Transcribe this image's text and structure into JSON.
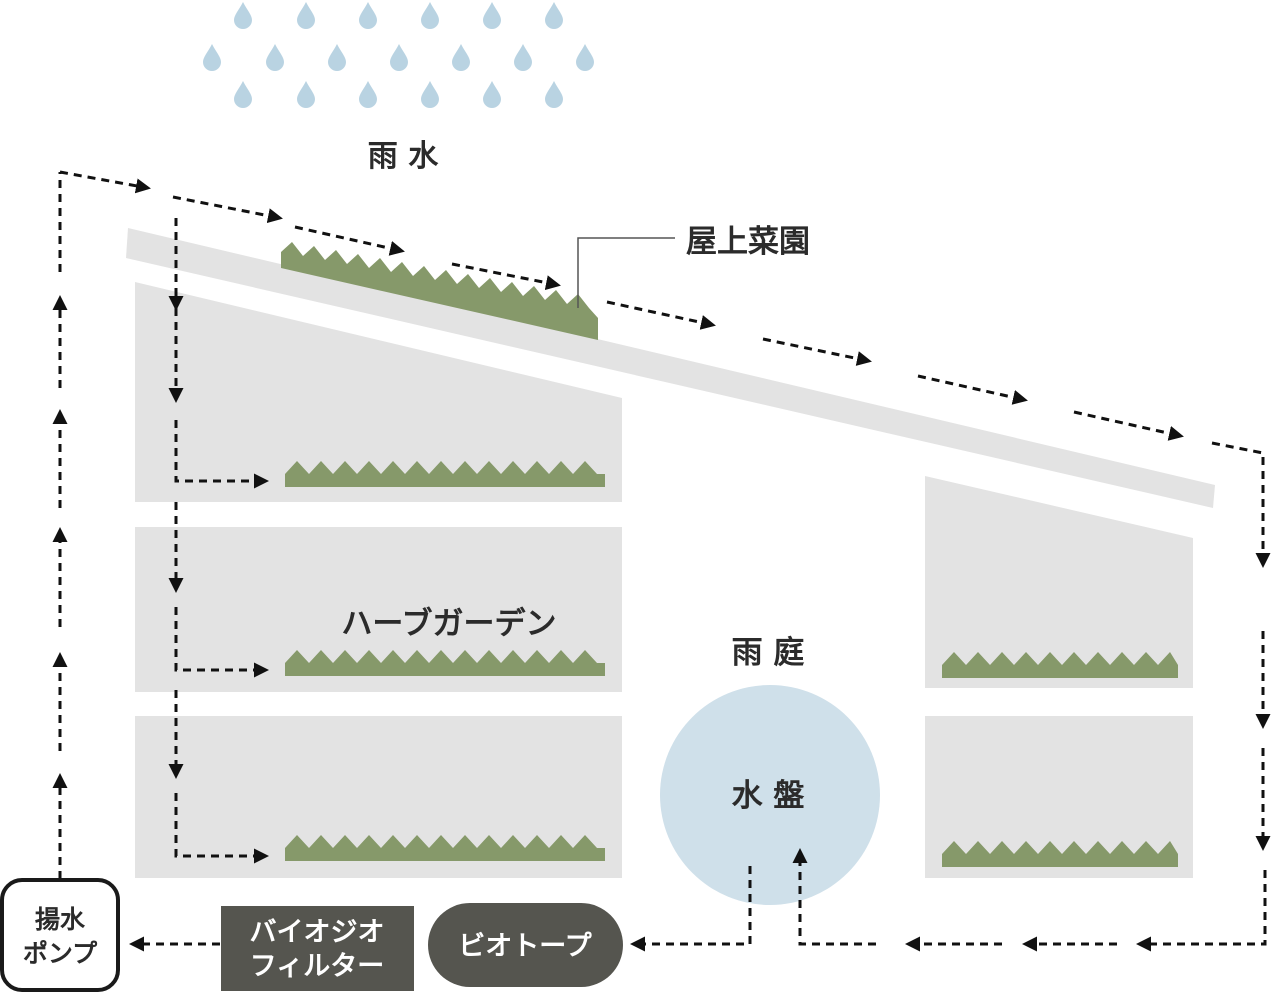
{
  "labels": {
    "rainwater": "雨 水",
    "rooftop_garden": "屋上菜園",
    "herb_garden": "ハーブガーデン",
    "rain_garden": "雨 庭",
    "water_basin": "水 盤"
  },
  "process_boxes": {
    "pump_line1": "揚水",
    "pump_line2": "ポンプ",
    "biofilter_line1": "バイオジオ",
    "biofilter_line2": "フィルター",
    "biotope": "ビオトープ"
  },
  "colors": {
    "rain": "#b9d3e2",
    "basin": "#cfe0ea",
    "building": "#e3e3e3",
    "plants": "#86996a",
    "dark_box": "#55554f",
    "arrow": "#111111",
    "text": "#2b2b2b"
  }
}
